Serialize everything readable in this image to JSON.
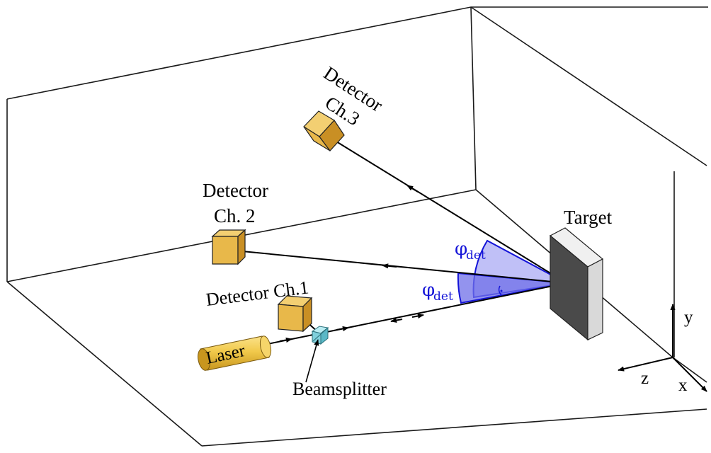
{
  "labels": {
    "detector_ch3_line1": "Detector",
    "detector_ch3_line2": "Ch.3",
    "detector_ch2_line1": "Detector",
    "detector_ch2_line2": "Ch. 2",
    "detector_ch1": "Detector Ch.1",
    "target": "Target",
    "laser": "Laser",
    "beamsplitter": "Beamsplitter",
    "phi_symbol": "φ",
    "phi_subscript": "det",
    "axis_x": "x",
    "axis_y": "y",
    "axis_z": "z"
  },
  "colors": {
    "frame": "#1a1a1a",
    "detector_front": "#e8b84a",
    "detector_side": "#c98f24",
    "detector_top": "#f3cf72",
    "target_front": "#4a4a4a",
    "target_side": "#d9d9d9",
    "target_top": "#f0f0f0",
    "laser_body": "#f1c94b",
    "laser_shade": "#c8961e",
    "beamsplitter": "#7fd0dc",
    "angle_fill": "#8080ee",
    "angle_line": "#1414d8"
  },
  "icons": {
    "detector": "cube-icon",
    "laser": "cylinder-icon",
    "beamsplitter": "prism-icon",
    "target": "plate-icon",
    "arrows": "arrow-icon"
  }
}
